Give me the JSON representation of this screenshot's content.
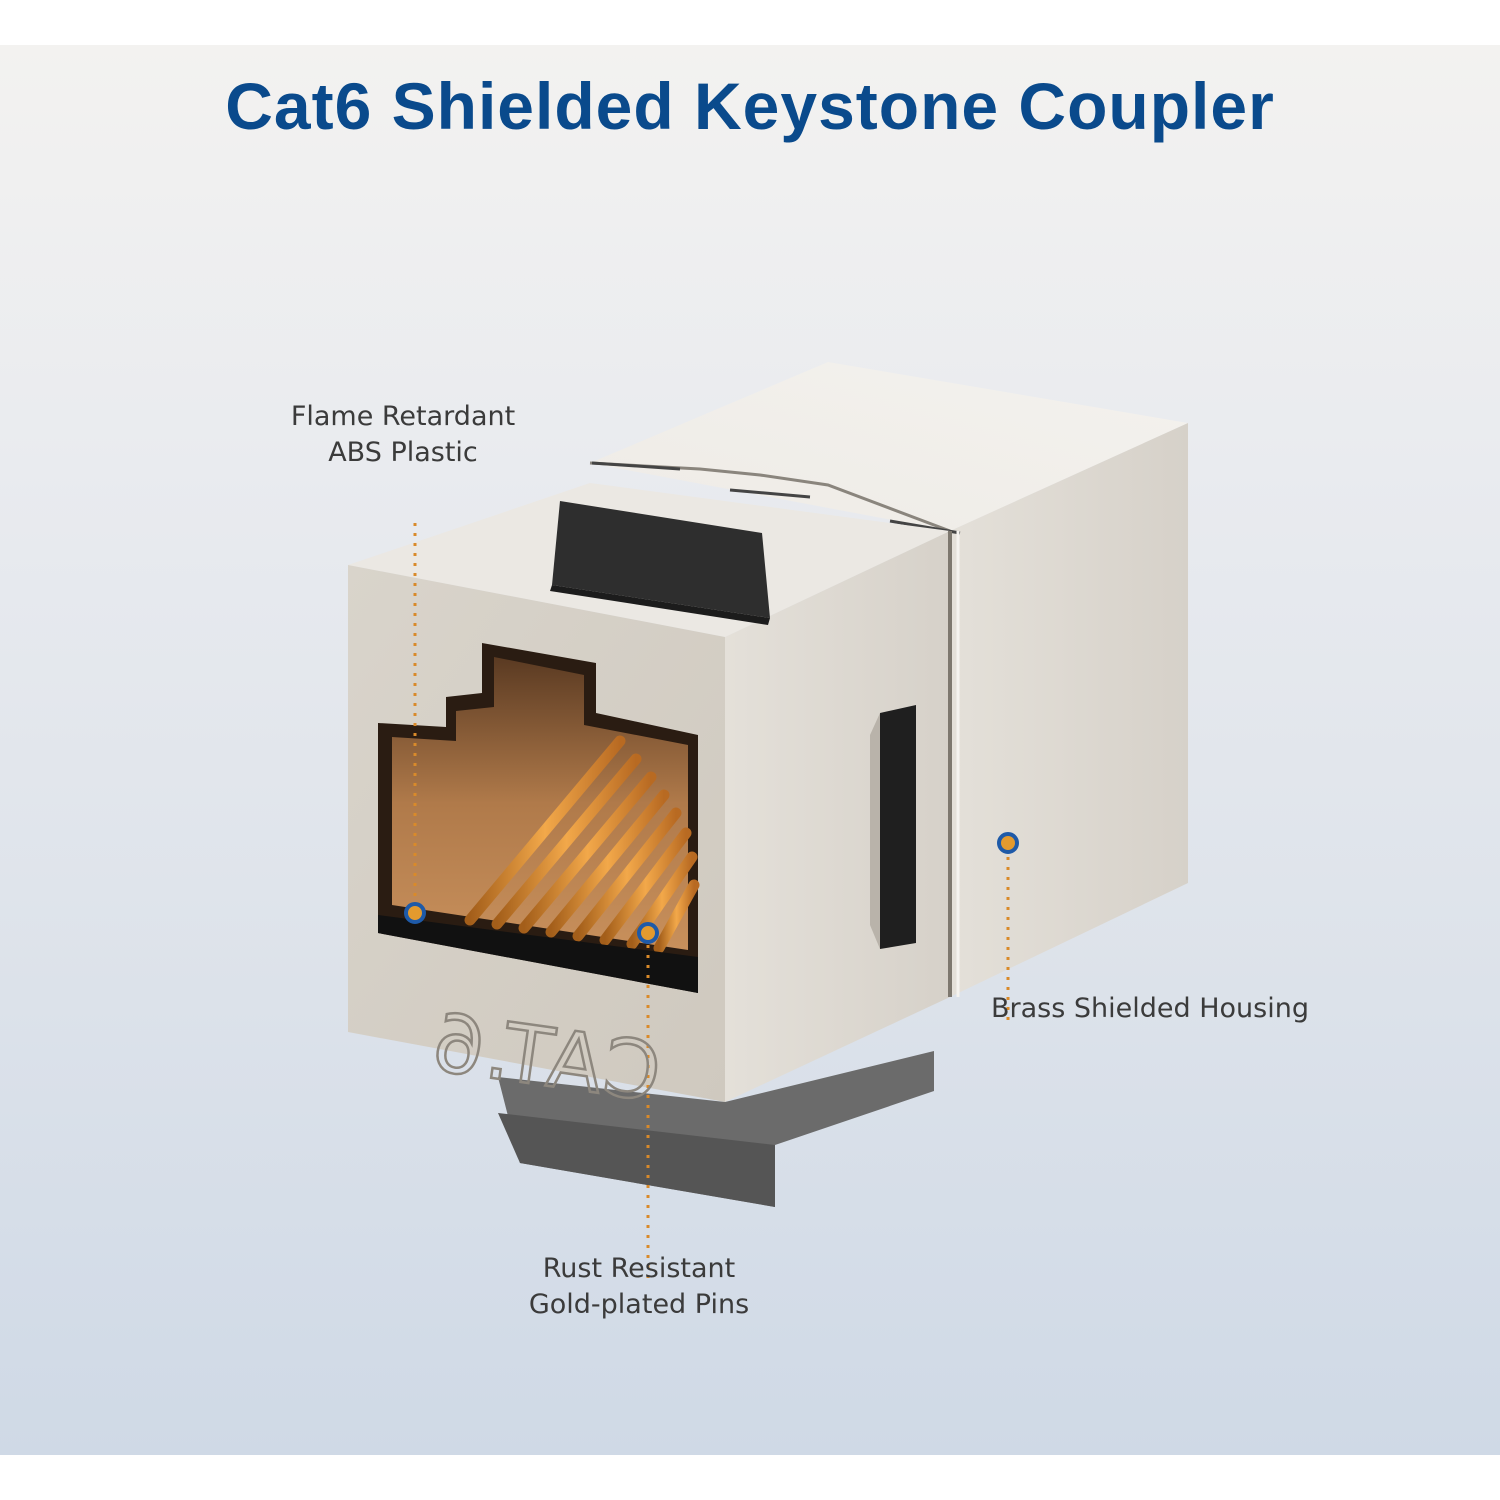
{
  "title": "Cat6 Shielded Keystone Coupler",
  "product_marking": "CAT.6",
  "callouts": {
    "abs": {
      "line1": "Flame Retardant",
      "line2": "ABS Plastic"
    },
    "pins": {
      "line1": "Rust Resistant",
      "line2": "Gold-plated Pins"
    },
    "housing": {
      "line1": "Brass Shielded Housing"
    }
  },
  "colors": {
    "title": "#0a4a8c",
    "leader": "#d98a2a",
    "dot_ring": "#1e5aa8",
    "dot_fill": "#e39a2e"
  }
}
